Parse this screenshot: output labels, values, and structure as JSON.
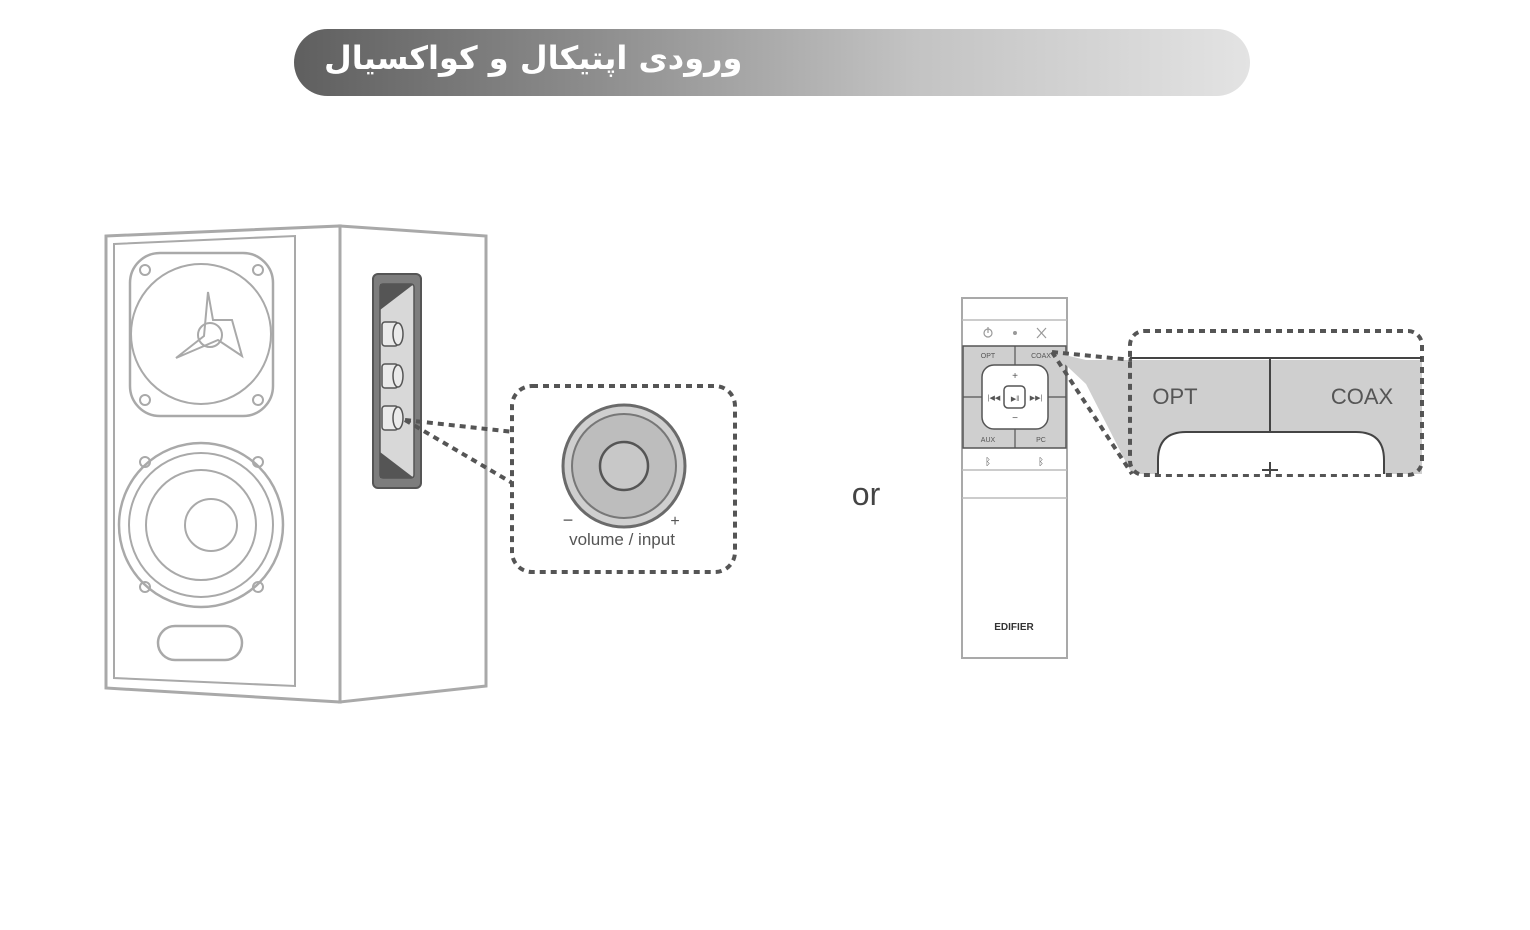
{
  "header": {
    "title": "ورودی اپتیکال و کواکسیال"
  },
  "speaker": {
    "knob_callout": {
      "minus": "−",
      "plus": "+",
      "label": "volume / input"
    }
  },
  "connector": {
    "word": "or"
  },
  "remote": {
    "brand": "EDIFIER",
    "buttons": {
      "opt": "OPT",
      "coax": "COAX",
      "aux": "AUX",
      "pc": "PC",
      "vol_up": "+",
      "vol_down": "−"
    },
    "callout": {
      "opt": "OPT",
      "coax": "COAX"
    }
  },
  "colors": {
    "title_bar_dark": "#5f5f5f",
    "title_bar_light": "#e3e3e3",
    "line_gray": "#8a8a8a",
    "callout_fill": "#cfcfcf"
  }
}
